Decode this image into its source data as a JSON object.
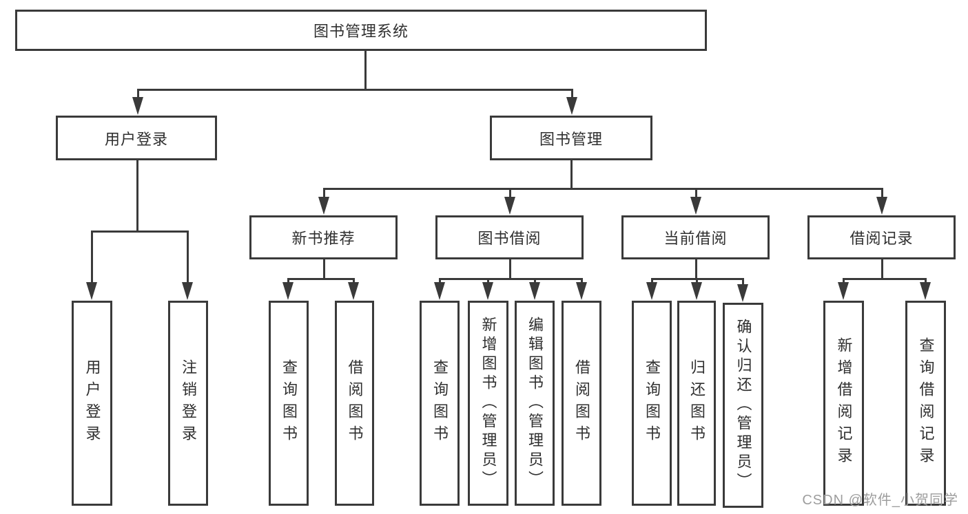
{
  "diagram": {
    "root": "图书管理系统",
    "level2": [
      "用户登录",
      "图书管理"
    ],
    "level3": [
      "新书推荐",
      "图书借阅",
      "当前借阅",
      "借阅记录"
    ],
    "leaves_login": [
      "用户登录",
      "注销登录"
    ],
    "leaves_newbook": [
      "查询图书",
      "借阅图书"
    ],
    "leaves_borrow": [
      "查询图书",
      "新增图书（管理员）",
      "编辑图书（管理员）",
      "借阅图书"
    ],
    "leaves_current": [
      "查询图书",
      "归还图书",
      "确认归还（管理员）"
    ],
    "leaves_records": [
      "新增借阅记录",
      "查询借阅记录"
    ]
  },
  "watermark": "CSDN @软件_小贺同学",
  "colors": {
    "line": "#3a3a3a",
    "text": "#2f2f2f",
    "background": "#ffffff",
    "watermark": "#9d9d9d"
  }
}
